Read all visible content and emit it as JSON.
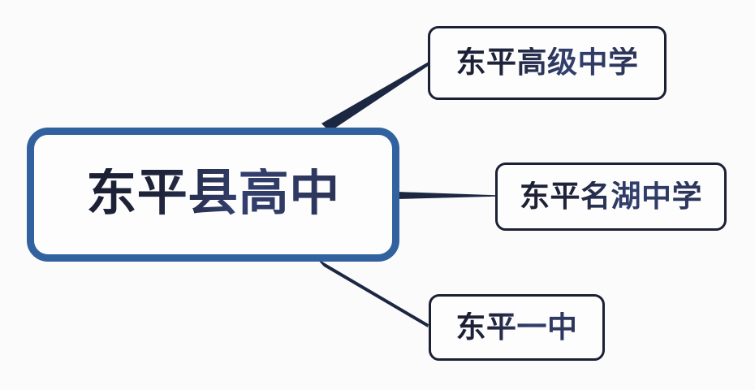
{
  "diagram": {
    "type": "mind-map",
    "background_color": "#fbfbfc",
    "root": {
      "label": "东平县高中",
      "border_color": "#31619e",
      "text_color": "#20243a"
    },
    "children": [
      {
        "label": "东平高级中学",
        "border_color": "#1c2034",
        "text_color": "#20243a",
        "connector": "tapered-line-up-right"
      },
      {
        "label": "东平名湖中学",
        "border_color": "#1c2034",
        "text_color": "#20243a",
        "connector": "tapered-line-right"
      },
      {
        "label": "东平一中",
        "border_color": "#1c2034",
        "text_color": "#20243a",
        "connector": "tapered-line-down-right"
      }
    ],
    "connector_color": "#1c2742"
  }
}
